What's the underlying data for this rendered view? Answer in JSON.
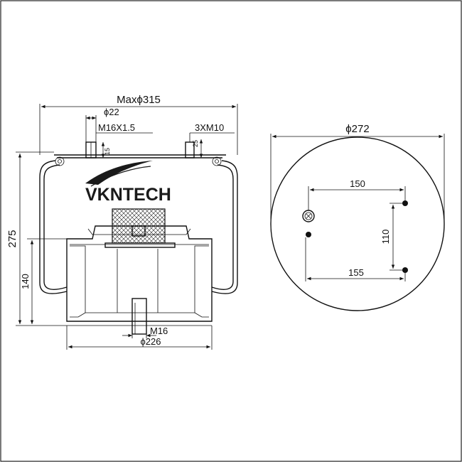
{
  "brand": {
    "name": "VKNTECH"
  },
  "side_view": {
    "max_diameter": "Maxϕ315",
    "stud_diameter": "ϕ22",
    "stud_thread": "M16X1.5",
    "stud_height": "15",
    "bolt_thread": "3XM10",
    "bolt_height": "25",
    "overall_height": "275",
    "piston_height": "140",
    "bottom_thread": "M16",
    "piston_diameter": "ϕ226"
  },
  "top_view": {
    "plate_diameter": "ϕ272",
    "hole_spacing_top": "150",
    "hole_spacing_vertical": "110",
    "hole_spacing_bottom": "155"
  }
}
